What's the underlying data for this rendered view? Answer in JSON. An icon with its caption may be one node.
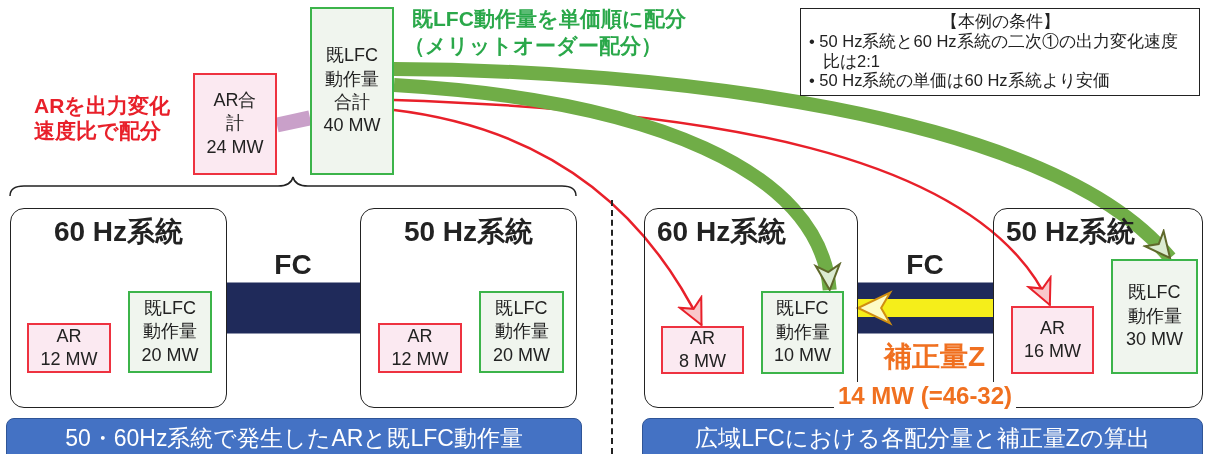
{
  "diagram": {
    "nodes": [
      {
        "text": [
          "AR合計",
          "24 MW"
        ]
      },
      {
        "text": [
          "既LFC動作量合計",
          "40 MW"
        ]
      },
      {
        "text": [
          "【本例の条件】",
          "• 50 Hz系統と60 Hz系統の二次①の出力変化速度比は2:1",
          "• 50 Hz系統の単価は60 Hz系統より安価"
        ]
      },
      {
        "text": [
          "60 Hz系統"
        ]
      },
      {
        "text": [
          "AR",
          "12 MW"
        ],
        "in": 3
      },
      {
        "text": [
          "既LFC動作量",
          "20 MW"
        ],
        "in": 3
      },
      {
        "text": [
          "50 Hz系統"
        ]
      },
      {
        "text": [
          "AR",
          "12 MW"
        ],
        "in": 6
      },
      {
        "text": [
          "既LFC動作量",
          "20 MW"
        ],
        "in": 6
      },
      {
        "text": [
          "50・60Hz系統で発生したARと既LFC動作量"
        ]
      },
      {
        "text": [
          "60 Hz系統"
        ]
      },
      {
        "text": [
          "AR",
          "8 MW"
        ],
        "in": 10
      },
      {
        "text": [
          "既LFC動作量",
          "10 MW"
        ],
        "in": 10
      },
      {
        "text": [
          "50 Hz系統"
        ]
      },
      {
        "text": [
          "AR",
          "16 MW"
        ],
        "in": 13
      },
      {
        "text": [
          "既LFC動作量",
          "30 MW"
        ],
        "in": 13
      },
      {
        "text": [
          "広域LFCにおける各配分量と補正量Zの算出"
        ]
      }
    ],
    "edges": [
      {
        "from": 0,
        "to": 1,
        "arrow": "none",
        "color": "#c9a0c9"
      },
      {
        "from": 1,
        "to": 11,
        "arrow": "to",
        "color": "#e8202a"
      },
      {
        "from": 1,
        "to": 14,
        "arrow": "to",
        "color": "#e8202a"
      },
      {
        "from": 1,
        "to": 12,
        "arrow": "to",
        "color": "#70ad47"
      },
      {
        "from": 1,
        "to": 15,
        "arrow": "to",
        "color": "#70ad47"
      },
      {
        "from": 3,
        "to": 6,
        "arrow": "none",
        "style": "thick",
        "color": "#1f2a5a",
        "label": "FC"
      },
      {
        "from": 10,
        "to": 13,
        "arrow": "none",
        "style": "thick",
        "color": "#1f2a5a",
        "label": "FC"
      },
      {
        "from": 13,
        "to": 10,
        "arrow": "to",
        "color": "#f5ee1a"
      }
    ],
    "labels": [
      "既LFC動作量を単価順に配分",
      "（メリットオーダー配分）",
      "ARを出力変化速度比で配分",
      "補正量Z",
      "14 MW (=46-32)"
    ]
  }
}
